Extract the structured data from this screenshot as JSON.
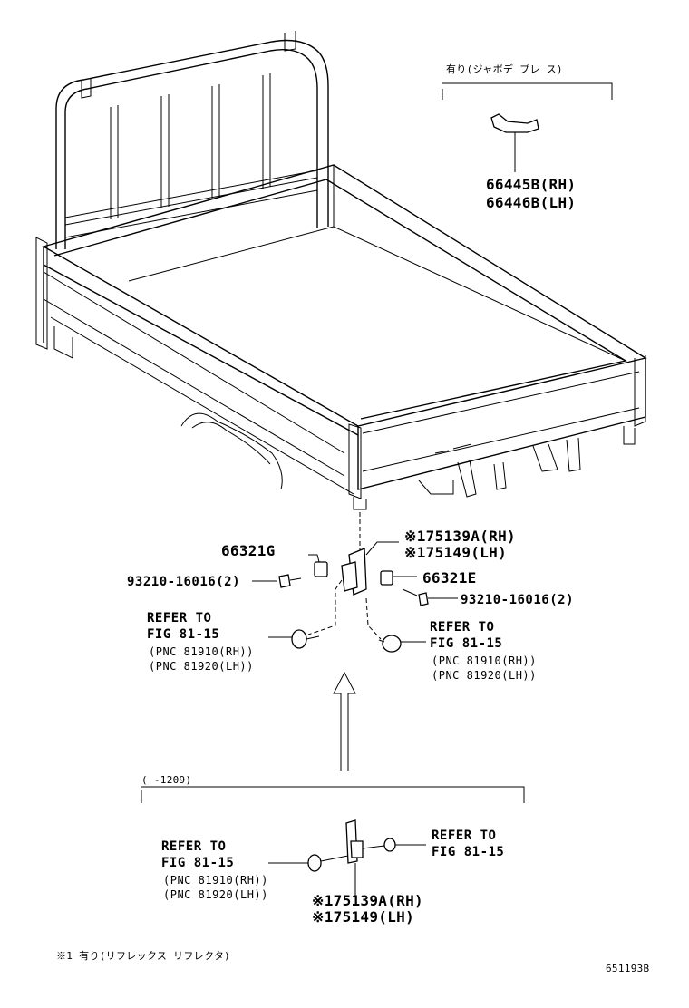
{
  "notes": {
    "optional_jabody_brace": "有り(ジャボデ プレ ス)",
    "date_range": "(      -1209)",
    "footnote": "※1  有り(リフレックス リフレクタ)",
    "figure_id": "651193B"
  },
  "parts": {
    "brace_rh": "66445B(RH)",
    "brace_lh": "66446B(LH)",
    "reflector_rh_top": "※175139A(RH)",
    "reflector_lh_top": "※175149(LH)",
    "spacer_left": "66321G",
    "spacer_right": "66321E",
    "screw_left": "93210-16016(2)",
    "screw_right": "93210-16016(2)",
    "reflector_rh_bottom": "※175139A(RH)",
    "reflector_lh_bottom": "※175149(LH)"
  },
  "references": {
    "left_top": {
      "line1": "REFER TO",
      "line2": "FIG 81-15",
      "pnc1": "(PNC 81910(RH))",
      "pnc2": "(PNC 81920(LH))"
    },
    "right_top": {
      "line1": "REFER TO",
      "line2": "FIG 81-15",
      "pnc1": "(PNC 81910(RH))",
      "pnc2": "(PNC 81920(LH))"
    },
    "left_bottom": {
      "line1": "REFER TO",
      "line2": "FIG 81-15",
      "pnc1": "(PNC 81910(RH))",
      "pnc2": "(PNC 81920(LH))"
    },
    "right_bottom": {
      "line1": "REFER TO",
      "line2": "FIG 81-15"
    }
  }
}
